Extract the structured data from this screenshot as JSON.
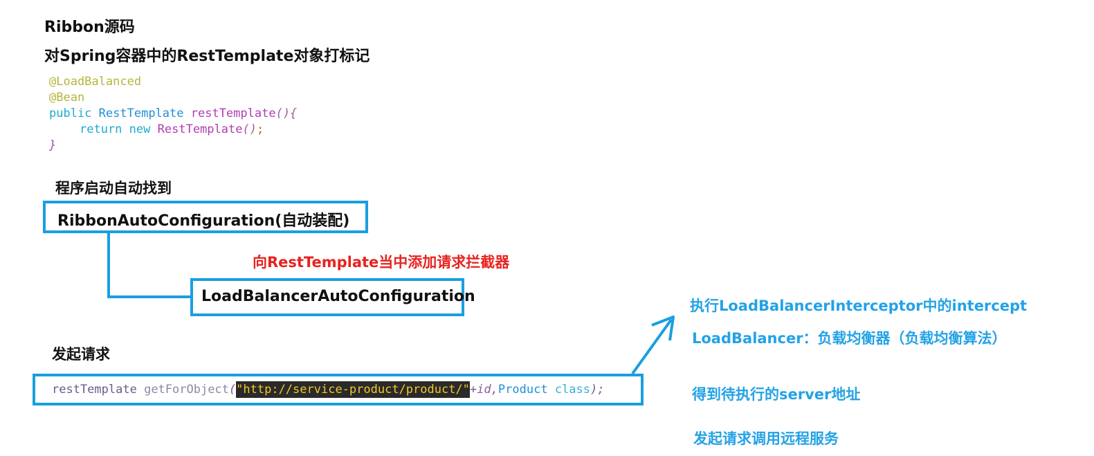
{
  "title": "Ribbon源码",
  "subtitle": "对Spring容器中的RestTemplate对象打标记",
  "code_block": {
    "line1": "@LoadBalanced",
    "line2": "@Bean",
    "line3_kw": "public",
    "line3_type": "RestTemplate",
    "line3_method": "restTemplate",
    "line3_paren": "(){",
    "line4_kw1": "return",
    "line4_kw2": "new",
    "line4_method": "RestTemplate",
    "line4_paren": "()",
    "line4_semi": ";",
    "line5": "}"
  },
  "startup_label": "程序启动自动找到",
  "ribbon_box": "RibbonAutoConfiguration(自动装配)",
  "interceptor_note": "向RestTemplate当中添加请求拦截器",
  "lb_box": "LoadBalancerAutoConfiguration",
  "request_label": "发起请求",
  "request_code": {
    "obj": "restTemplate",
    "method": "getForObject",
    "open": "(",
    "url": "\"http://service-product/product/\"",
    "plus": "+",
    "id": "id",
    "comma": ",",
    "type": "Product",
    "cls": "class",
    "close": ");"
  },
  "right_notes": {
    "n1": "执行LoadBalancerInterceptor中的intercept",
    "n2": "LoadBalancer：负载均衡器（负载均衡算法）",
    "n3": "得到待执行的server地址",
    "n4": "发起请求调用远程服务"
  },
  "colors": {
    "box_border": "#1a9ee0",
    "note_red": "#e8221f",
    "note_blue": "#23a2e6"
  }
}
